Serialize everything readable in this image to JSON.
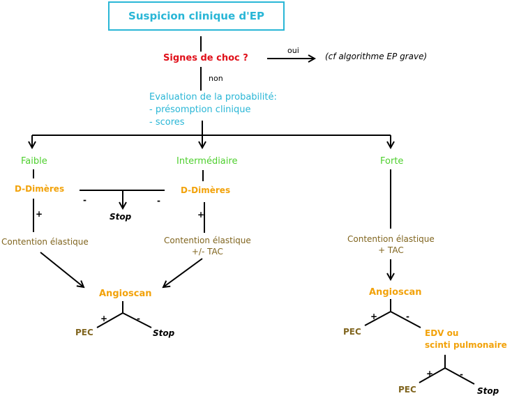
{
  "title": "Suspicion clinique d'EP",
  "shock": {
    "question": "Signes de choc ?",
    "yes_label": "oui",
    "yes_target": "(cf algorithme EP grave)",
    "no_label": "non"
  },
  "evaluation": {
    "line1": "Evaluation de la probabilité:",
    "line2": "- présomption clinique",
    "line3": "- scores"
  },
  "probabilities": {
    "low": "Faible",
    "intermediate": "Intermédiaire",
    "high": "Forte"
  },
  "ddimers": "D-Dimères",
  "plus": "+",
  "minus": "-",
  "stop": "Stop",
  "compression_low": "Contention élastique",
  "compression_mid": {
    "line1": "Contention élastique",
    "line2": "+/- TAC"
  },
  "compression_high": {
    "line1": "Contention élastique",
    "line2": "+ TAC"
  },
  "angioscan": "Angioscan",
  "pec": "PEC",
  "edv": {
    "line1": "EDV ou",
    "line2": "scinti pulmonaire"
  },
  "colors": {
    "cyan": "#29b6d6",
    "green": "#4ecf2e",
    "orange": "#f2a20a",
    "olive": "#80651f",
    "red": "#e0101a"
  }
}
